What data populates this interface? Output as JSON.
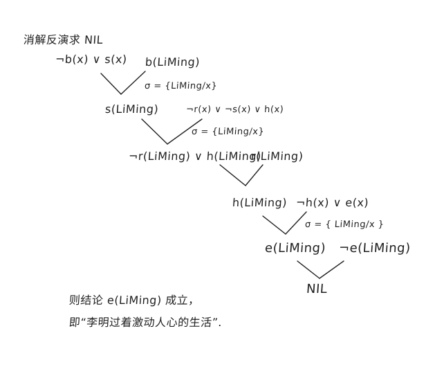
{
  "title": "消解反演求 NIL",
  "clauses": {
    "c1": "¬b(x) ∨ s(x)",
    "c2": "b(LiMing)",
    "c3": "s(LiMing)",
    "c4": "¬r(x) ∨ ¬s(x) ∨ h(x)",
    "c5": "¬r(LiMing) ∨ h(LiMing)",
    "c6": "r(LiMing)",
    "c7": "h(LiMing)",
    "c8": "¬h(x) ∨ e(x)",
    "c9": "e(LiMing)",
    "c10": "¬e(LiMing)",
    "nil": "NIL"
  },
  "substitutions": {
    "s1": "σ = {LiMing/x}",
    "s2": "σ = {LiMing/x}",
    "s3": "σ = { LiMing/x }"
  },
  "conclusion": {
    "line1": "则结论 e(LiMing) 成立，",
    "line2": "即“李明过着激动人心的生活”."
  }
}
